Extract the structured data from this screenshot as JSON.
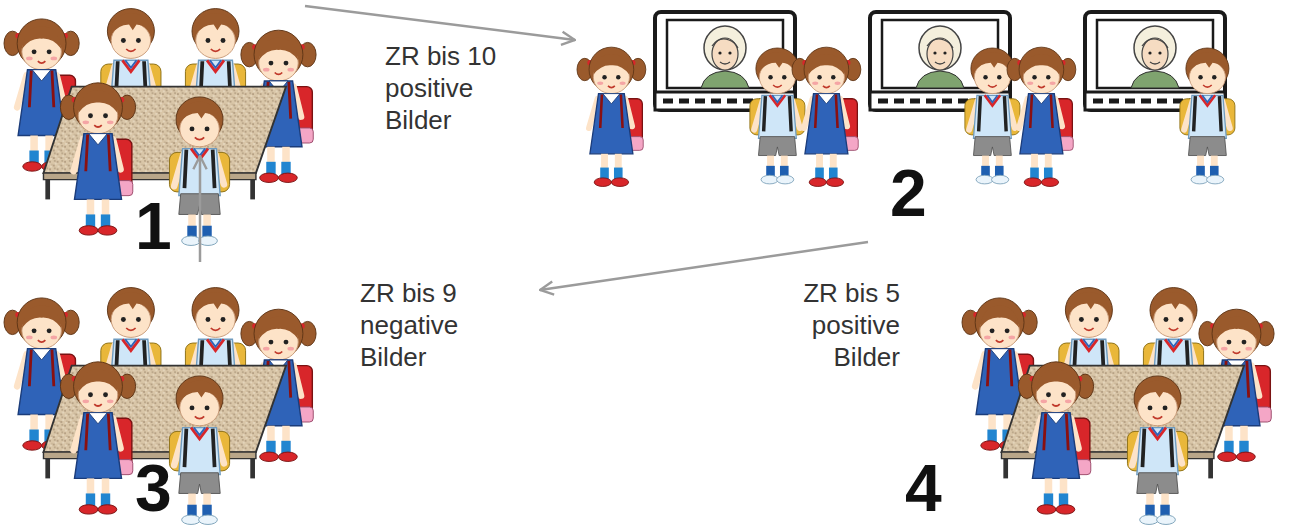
{
  "diagram": {
    "nodes": [
      {
        "text": [
          "1",
          "ZR bis 10 positive Bilder"
        ]
      },
      {
        "text": [
          "2"
        ]
      },
      {
        "text": [
          "3",
          "ZR bis 9 negative Bilder"
        ]
      },
      {
        "text": [
          "4",
          "ZR bis 5 positive Bilder"
        ]
      }
    ],
    "edges": [
      {
        "from": 0,
        "to": 1,
        "arrow": "to"
      },
      {
        "from": 1,
        "to": 2,
        "arrow": "to"
      },
      {
        "from": 2,
        "to": 0,
        "arrow": "to"
      }
    ]
  }
}
